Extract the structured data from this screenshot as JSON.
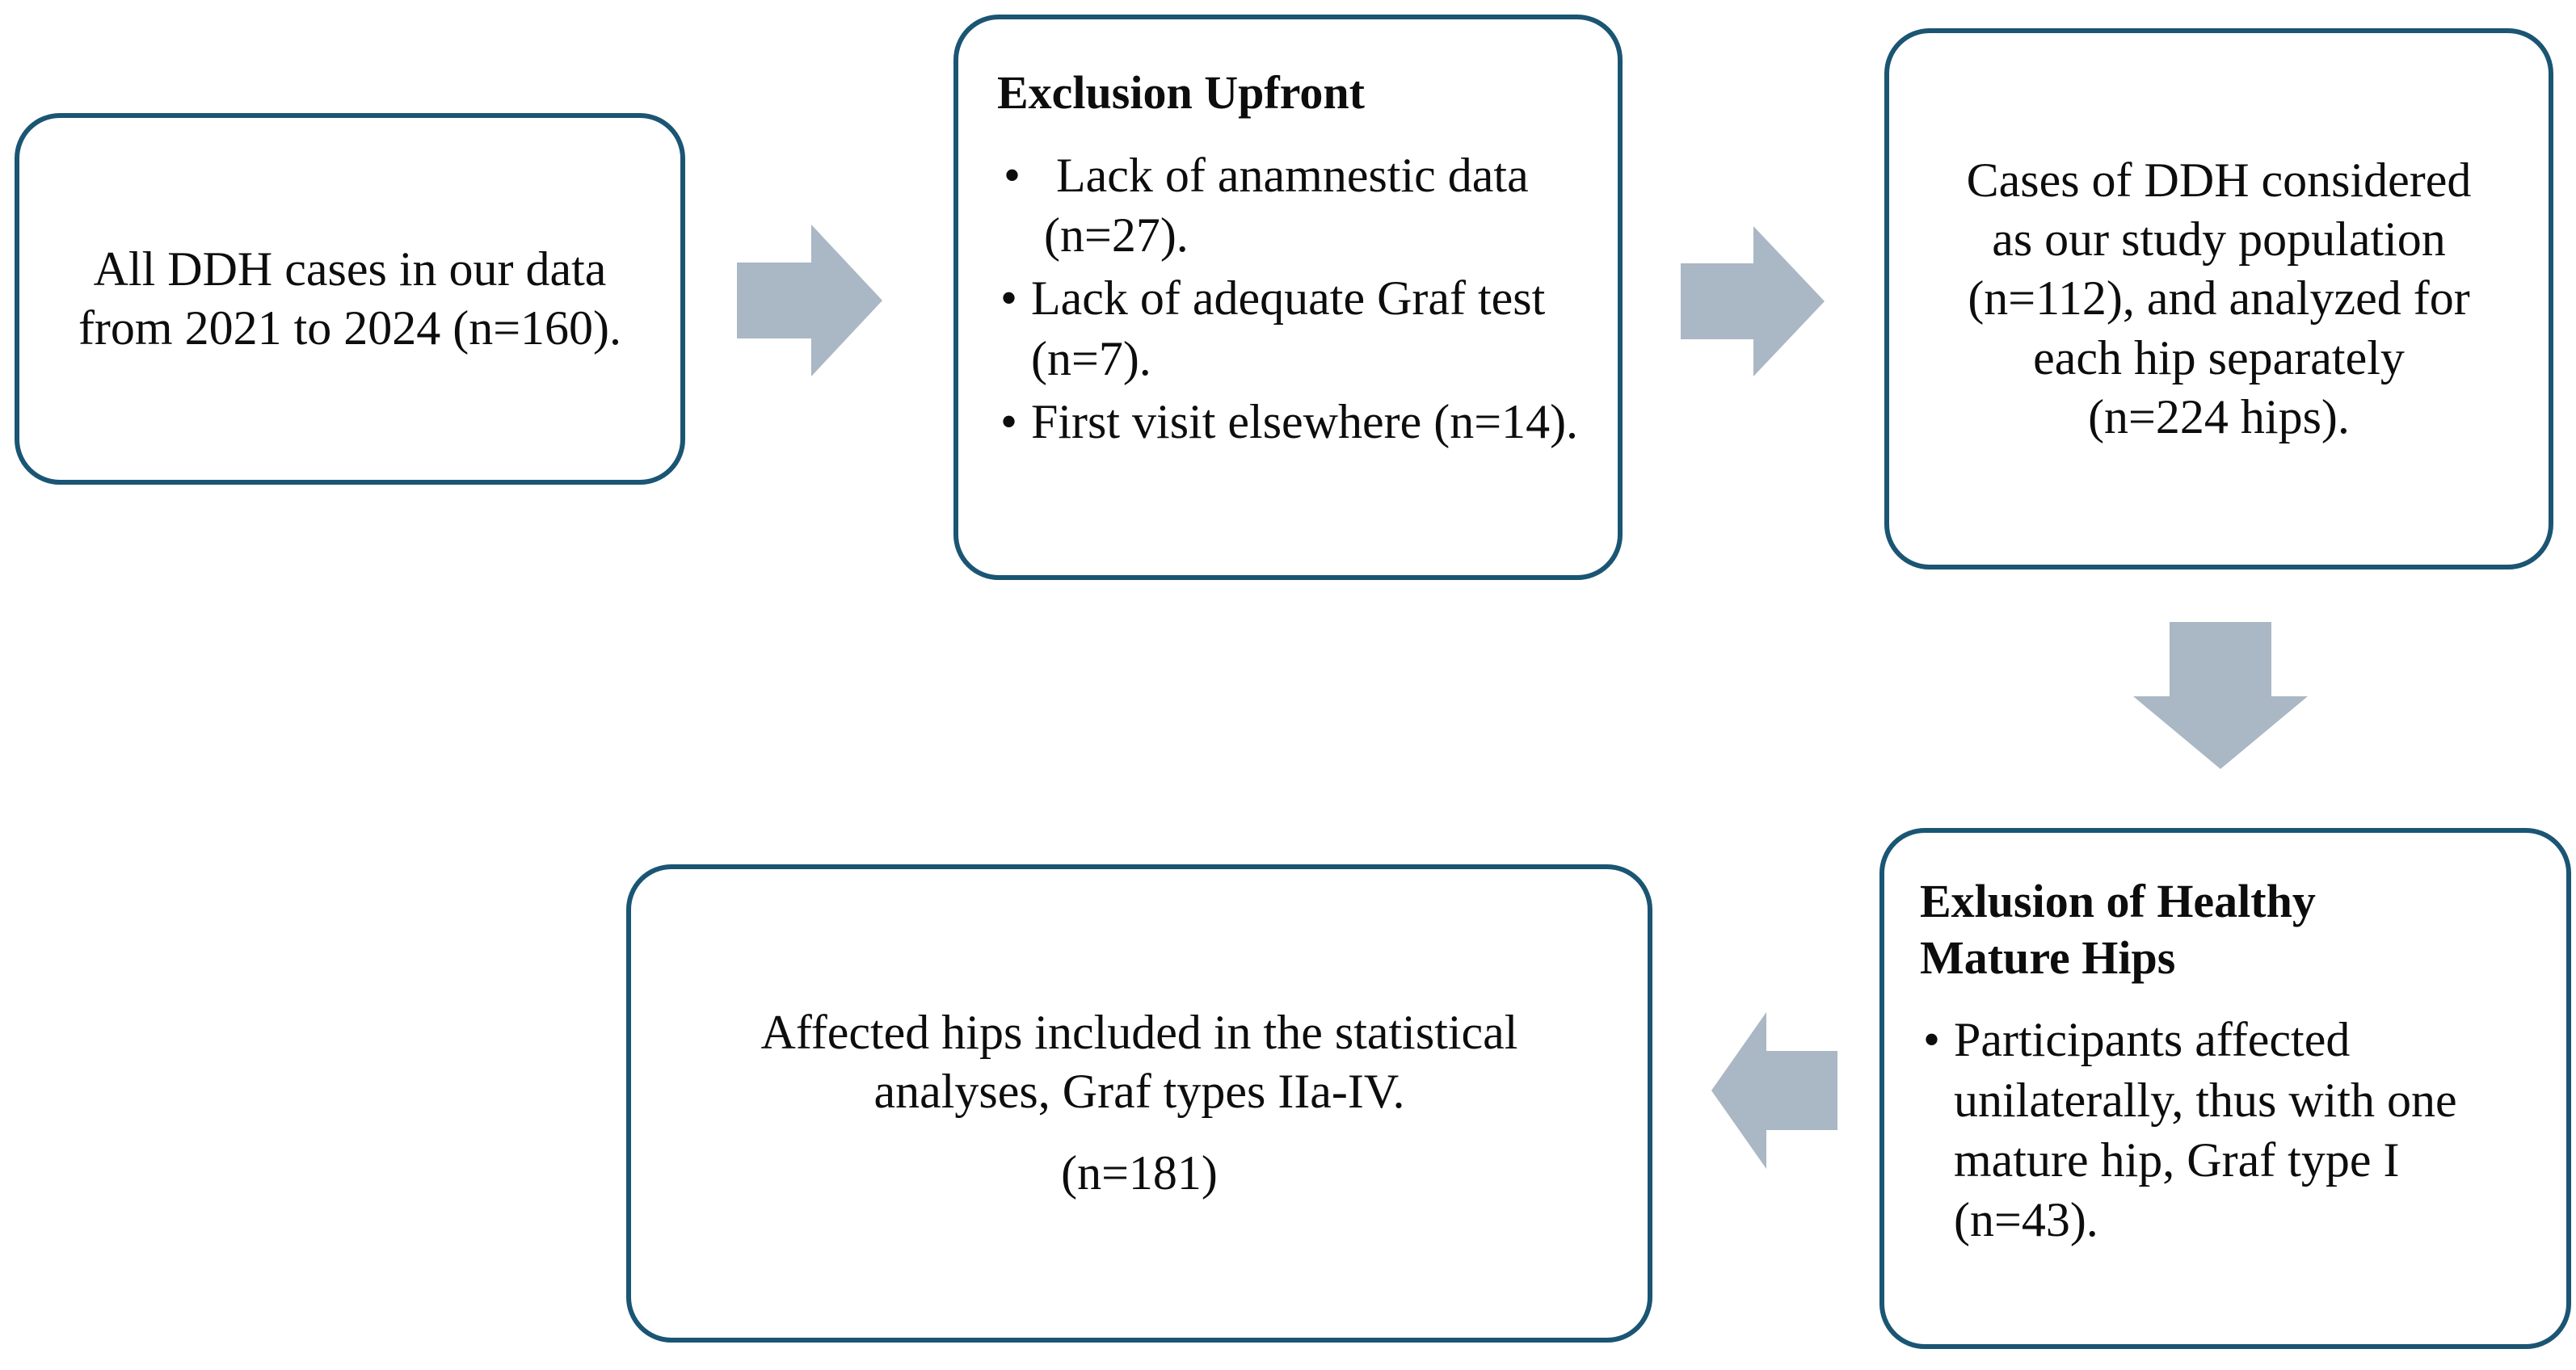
{
  "diagram": {
    "type": "flowchart",
    "title": "DDH study participant selection flowchart",
    "colors": {
      "box_border": "#1a5574",
      "box_fill": "#ffffff",
      "arrow_fill": "#aab7c4",
      "text": "#0d0d0d"
    },
    "nodes": [
      {
        "id": "all-cases",
        "heading": "",
        "lines": [
          "All DDH cases in our data",
          "from 2021 to 2024 (n=160)."
        ],
        "bullets": [],
        "align": "center"
      },
      {
        "id": "exclusion-upfront",
        "heading": "Exclusion Upfront",
        "lines": [],
        "bullets": [
          " Lack of anamnestic data (n=27).",
          "Lack of adequate Graf test (n=7).",
          "First visit elsewhere (n=14)."
        ],
        "align": "top-left"
      },
      {
        "id": "study-population",
        "heading": "",
        "lines": [
          "Cases of DDH considered",
          "as our study population",
          "(n=112), and analyzed for",
          "each hip separately",
          "(n=224 hips)."
        ],
        "bullets": [],
        "align": "center"
      },
      {
        "id": "exclusion-healthy-mature-hips",
        "heading": "Exlusion of Healthy Mature Hips",
        "lines": [],
        "bullets": [
          "Participants affected unilaterally, thus with one mature hip, Graf type I (n=43)."
        ],
        "align": "top-left"
      },
      {
        "id": "affected-hips-included",
        "heading": "",
        "lines": [
          "Affected hips included in the statistical",
          "analyses, Graf types IIa-IV.",
          "",
          "(n=181)"
        ],
        "bullets": [],
        "align": "center"
      }
    ],
    "arrows": [
      {
        "id": "arrow-all-cases-to-exclusion",
        "direction": "right"
      },
      {
        "id": "arrow-exclusion-to-population",
        "direction": "right"
      },
      {
        "id": "arrow-population-to-healthy-exclusion",
        "direction": "down"
      },
      {
        "id": "arrow-healthy-exclusion-to-included",
        "direction": "left"
      }
    ],
    "bullet_glyph": "•"
  }
}
